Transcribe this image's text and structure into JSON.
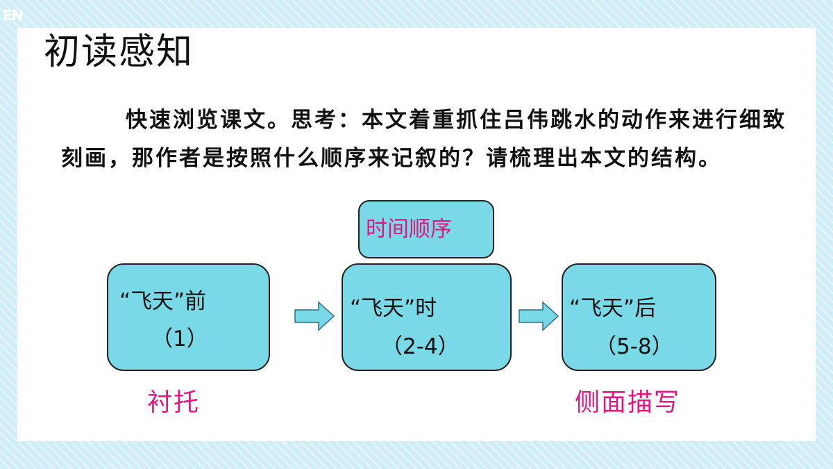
{
  "corner_logo": "EN",
  "title": "初读感知",
  "question": "快速浏览课文。思考：本文着重抓住吕伟跳水的动作来进行细致刻画，那作者是按照什么顺序来记叙的？请梳理出本文的结构。",
  "order_label": "时间顺序",
  "stages": [
    {
      "label": "“飞天”前",
      "range": "（1）"
    },
    {
      "label": "“飞天”时",
      "range": "（2-4）"
    },
    {
      "label": "“飞天”后",
      "range": "（5-8）"
    }
  ],
  "annotations": {
    "before": "衬托",
    "after": "侧面描写"
  },
  "colors": {
    "box_fill": "#79d9e6",
    "accent_pink": "#e4157f",
    "background": "#cfeef7"
  }
}
